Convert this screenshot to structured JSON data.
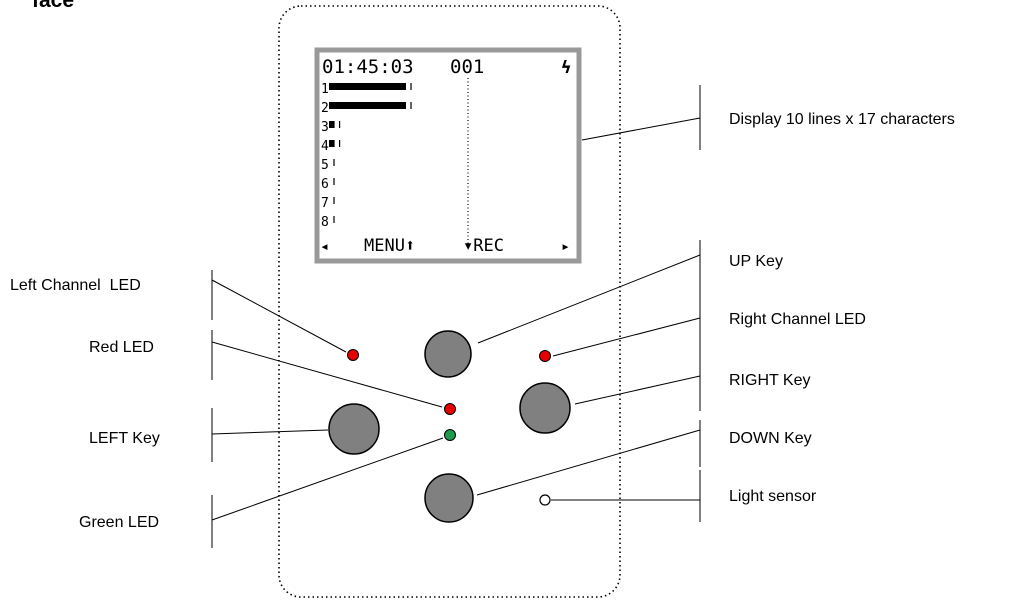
{
  "title_fragment": "face",
  "display": {
    "time": "01:45:03",
    "counter": "001",
    "status_glyph": "ϟ",
    "channel_numbers": [
      "1",
      "2",
      "3",
      "4",
      "5",
      "6",
      "7",
      "8"
    ],
    "channel_levels": [
      0.55,
      0.55,
      0.04,
      0.04,
      0,
      0,
      0,
      0
    ],
    "bottom_left_arrow": "◂",
    "menu_label": "MENU⬆",
    "rec_label": "▾REC",
    "bottom_right_arrow": "▸"
  },
  "labels": {
    "display": "Display 10 lines x 17 characters",
    "up_key": "UP Key",
    "right_channel_led": "Right Channel LED",
    "right_key": "RIGHT Key",
    "down_key": "DOWN Key",
    "light_sensor": "Light sensor",
    "left_channel_led": "Left Channel  LED",
    "red_led": "Red LED",
    "left_key": "LEFT Key",
    "green_led": "Green LED"
  },
  "colors": {
    "key_fill": "#808080",
    "led_red": "#e60000",
    "led_green": "#1f9a4e",
    "screen_border": "#999999"
  }
}
